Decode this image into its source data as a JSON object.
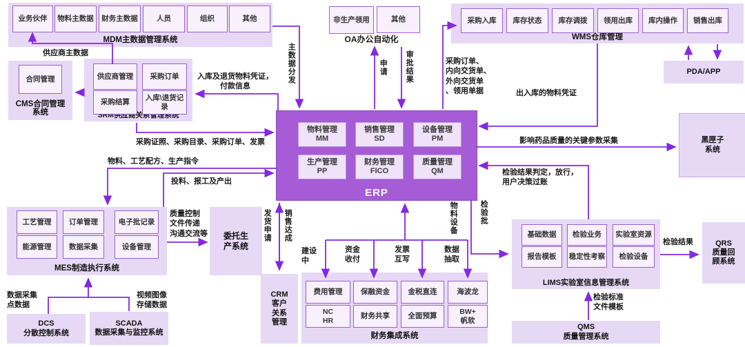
{
  "colors": {
    "arrow_purple": "#8429E0",
    "band_fill": "#E7D9F5",
    "cell_fill": "#F8F1FD",
    "cell_border": "#9A60CE",
    "erp_fill": "#A55CD6"
  },
  "groups": {
    "mdm": {
      "title": "MDM主数据管理系统",
      "boxes": [
        "业务伙伴",
        "物料主数据",
        "财务主数据",
        "人员",
        "组织",
        "其他"
      ]
    },
    "cms": {
      "title": "CMS合同管理\n系统",
      "boxes": [
        "合同管理"
      ]
    },
    "srm": {
      "title": "SRM供应商关系管理系统",
      "boxes": [
        "供应商管理",
        "采购订单",
        "采购结算",
        "入库\\退货记录"
      ]
    },
    "oa": {
      "title": "OA办公自动化",
      "boxes": [
        "非生产领用",
        "其他"
      ]
    },
    "wms": {
      "title": "WMS仓库管理",
      "boxes": [
        "采购入库",
        "库存状态",
        "库存调拨",
        "领用出库",
        "库内操作",
        "销售出库"
      ]
    },
    "erp": {
      "title": "ERP",
      "modules": [
        "物料管理\nMM",
        "销售管理\nSD",
        "设备管理\nPM",
        "生产管理\nPP",
        "财务管理\nFICO",
        "质量管理\nQM"
      ]
    },
    "mes": {
      "title": "MES制造执行系统",
      "boxes": [
        "工艺管理",
        "订单管理",
        "电子批记录",
        "能源管理",
        "数据采集",
        "设备管理"
      ]
    },
    "lims": {
      "title": "LIMS实验室信息管理系统",
      "boxes": [
        "基础数据",
        "检验业务",
        "实验室资源",
        "报告模板",
        "稳定性考察",
        "检验设备"
      ]
    },
    "fin": {
      "title": "财务集成系统",
      "boxes": [
        "费用管理",
        "保融资金",
        "金税直连",
        "海波龙",
        "NC\nHR",
        "财务共享",
        "全面预算",
        "BW+\n帆软"
      ]
    },
    "standalone": {
      "pda": "PDA/APP",
      "blackbox": "黑匣子\n系统",
      "qrs": "QRS\n质量回\n顾系统",
      "qms": "QMS\n质量管理系统",
      "crm": "CRM\n客户\n关系\n管理",
      "outsource": "委托生\n产系统",
      "dcs": "DCS\n分散控制系统",
      "scada": "SCADA\n数据采集与监控系统"
    }
  },
  "labels": {
    "supplier_master": "供应商主数据",
    "inbound_return": "入库及退货物料凭证，\n付款信息",
    "purchase_docs": "采购证照、采购目录、采购订单、发票",
    "material_recipe": "物料、工艺配方、生产指令",
    "feeding_output": "投料、报工及产出",
    "quality_files": "质量控制\n文件传递\n沟通交流等",
    "dcs_data": "数据采集\n点数据",
    "video_data": "视频图像\n存储数据",
    "master_dist": "主数据分发",
    "apply": "申请",
    "approval": "审批结果",
    "po_delivery": "采购订单、\n内向交货单、\n外向交货单\n、领用单据",
    "material_voucher": "出入库的物料凭证",
    "key_params": "影响药品质量的关键参数采集",
    "inspection_result_post": "检验结果判定，放行，\n用户决策过账",
    "shipping_request": "发货申请",
    "sales_done": "销售达成",
    "under_construction": "建设\n中",
    "fund_payment": "资金\n收付",
    "invoice_write": "发票\n互写",
    "data_extract": "数据\n抽取",
    "material_equipment": "物料设备",
    "inspection_lot": "检验批",
    "inspection_result": "检验结果",
    "inspection_standard": "检验标准\n文件模板"
  }
}
